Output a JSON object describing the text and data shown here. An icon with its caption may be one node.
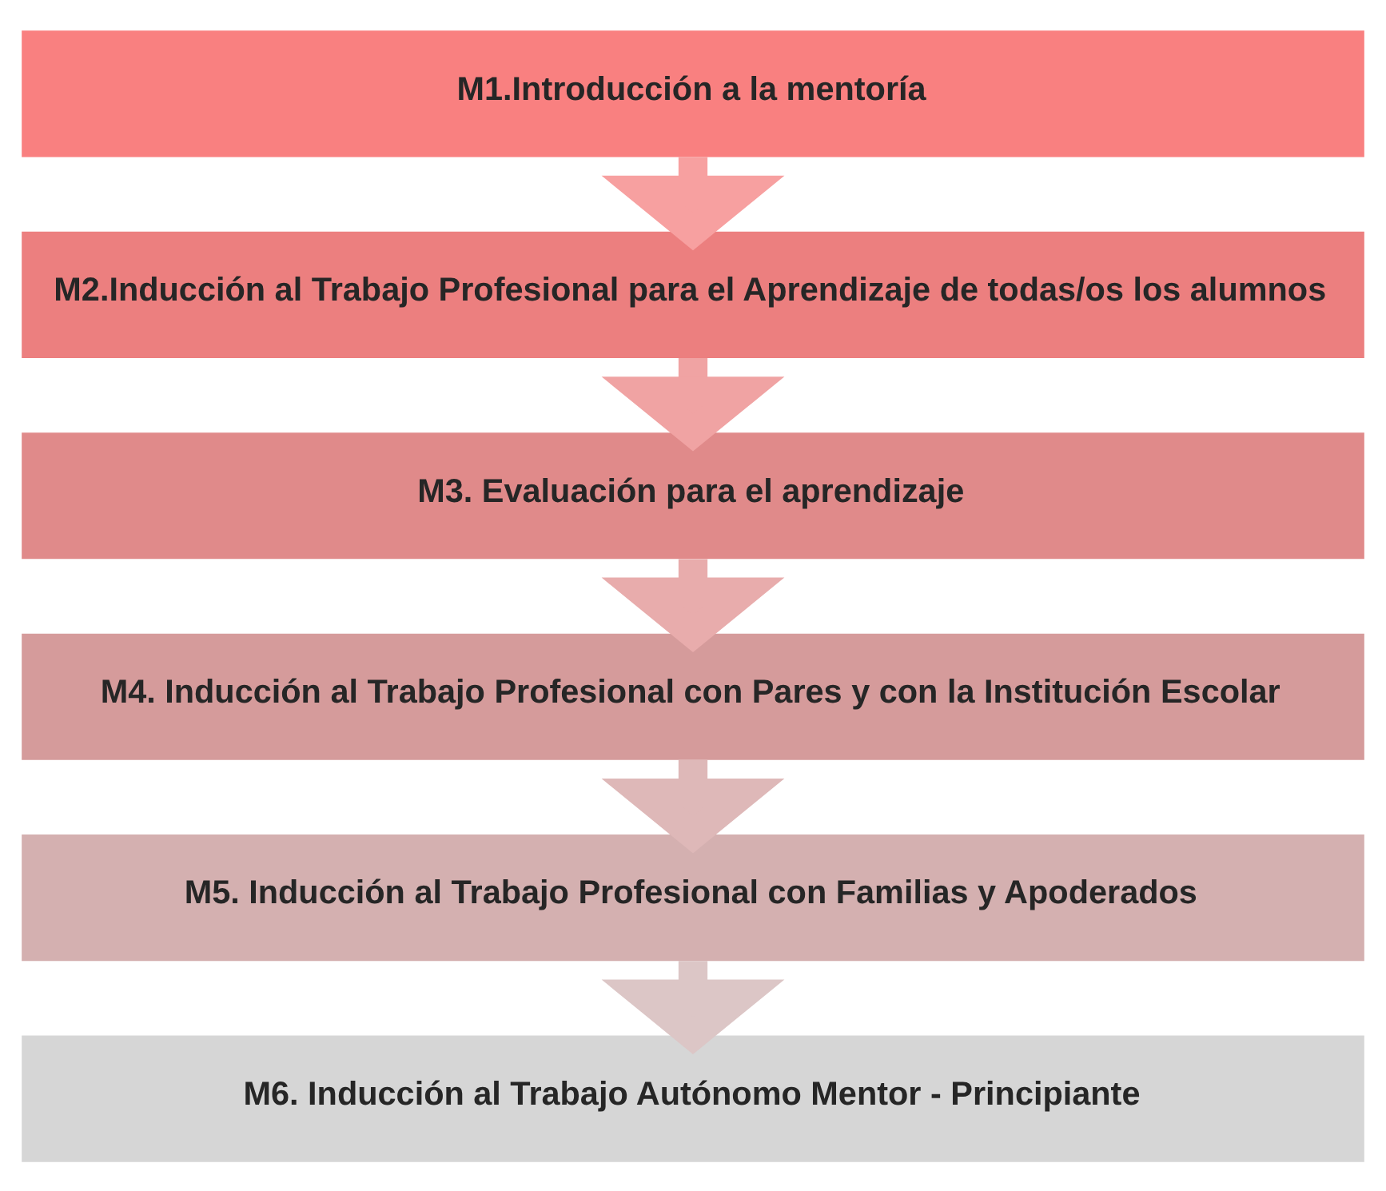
{
  "diagram": {
    "nodes": [
      {
        "text": [
          "M1.Introducción a la mentoría"
        ]
      },
      {
        "text": [
          "M2.Inducción al Trabajo Profesional para el Aprendizaje de todas/os los alumnos"
        ]
      },
      {
        "text": [
          "M3. Evaluación para el aprendizaje"
        ]
      },
      {
        "text": [
          "M4. Inducción al Trabajo Profesional con Pares y con la Institución Escolar"
        ]
      },
      {
        "text": [
          "M5. Inducción al Trabajo Profesional con Familias y Apoderados"
        ]
      },
      {
        "text": [
          "M6. Inducción al Trabajo Autónomo Mentor - Principiante"
        ]
      }
    ],
    "edges": [
      {
        "from": 0,
        "to": 1,
        "arrow": "to"
      },
      {
        "from": 1,
        "to": 2,
        "arrow": "to"
      },
      {
        "from": 2,
        "to": 3,
        "arrow": "to"
      },
      {
        "from": 3,
        "to": 4,
        "arrow": "to"
      },
      {
        "from": 4,
        "to": 5,
        "arrow": "to"
      }
    ]
  }
}
